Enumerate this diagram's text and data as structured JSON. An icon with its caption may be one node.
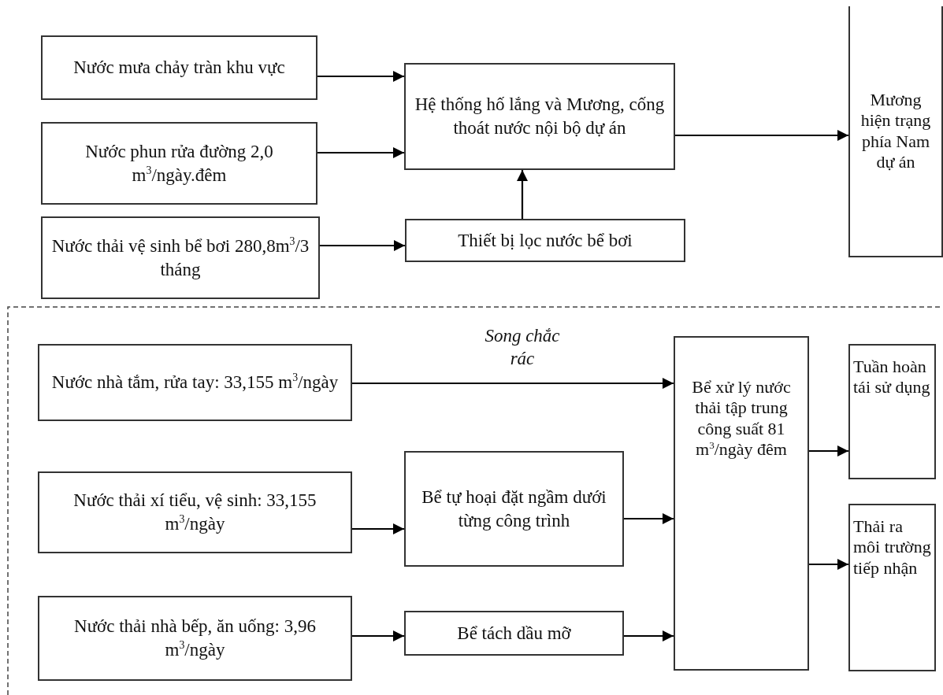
{
  "diagram": {
    "nodes": [
      {
        "text": [
          "Nước mưa chảy tràn khu vực"
        ]
      },
      {
        "text": [
          "Nước phun rửa đường 2,0 m$^{3}$/ngày.đêm"
        ]
      },
      {
        "text": [
          "Nước thải vệ sinh bể bơi 280,8m$^{3}$/3 tháng"
        ]
      },
      {
        "text": [
          "Hệ thống hố lắng và Mương, cống thoát nước nội bộ dự án"
        ]
      },
      {
        "text": [
          "Thiết bị lọc nước bể bơi"
        ]
      },
      {
        "text": [
          "Mương hiện trạng phía Nam dự án"
        ]
      },
      {
        "text": [
          "Nước nhà tắm, rửa tay: 33,155 m$^{3}$/ngày"
        ]
      },
      {
        "text": [
          "Nước thải xí tiểu, vệ sinh: 33,155 m$^{3}$/ngày"
        ]
      },
      {
        "text": [
          "Nước thải nhà bếp, ăn uống: 3,96 m$^{3}$/ngày"
        ]
      },
      {
        "text": [
          "Bể tự hoại đặt ngầm dưới từng công trình"
        ]
      },
      {
        "text": [
          "Bể tách dầu mỡ"
        ]
      },
      {
        "text": [
          "Bể xử lý nước thải tập trung công suất 81 m$^{3}$/ngày đêm"
        ]
      },
      {
        "text": [
          "Tuần hoàn tái sử dụng"
        ]
      },
      {
        "text": [
          "Thải ra môi trường tiếp nhận"
        ]
      }
    ],
    "edges": [
      {
        "from": 0,
        "to": 3,
        "arrow": "to"
      },
      {
        "from": 1,
        "to": 3,
        "arrow": "to"
      },
      {
        "from": 2,
        "to": 4,
        "arrow": "to"
      },
      {
        "from": 4,
        "to": 3,
        "arrow": "to"
      },
      {
        "from": 3,
        "to": 5,
        "arrow": "to"
      },
      {
        "from": 6,
        "to": 11,
        "arrow": "to",
        "label": "Song chắc rác"
      },
      {
        "from": 7,
        "to": 9,
        "arrow": "to"
      },
      {
        "from": 9,
        "to": 11,
        "arrow": "to"
      },
      {
        "from": 8,
        "to": 10,
        "arrow": "to"
      },
      {
        "from": 10,
        "to": 11,
        "arrow": "to"
      },
      {
        "from": 11,
        "to": 12,
        "arrow": "to"
      },
      {
        "from": 11,
        "to": 13,
        "arrow": "to"
      }
    ]
  }
}
